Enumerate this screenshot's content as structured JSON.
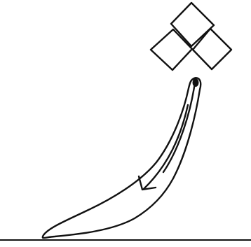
{
  "figure": {
    "background_color": "#ffffff",
    "ink_color": "#111111",
    "elements": [
      "diamond-cluster",
      "spoon-stroke",
      "direction-arrow",
      "ground-line"
    ]
  }
}
